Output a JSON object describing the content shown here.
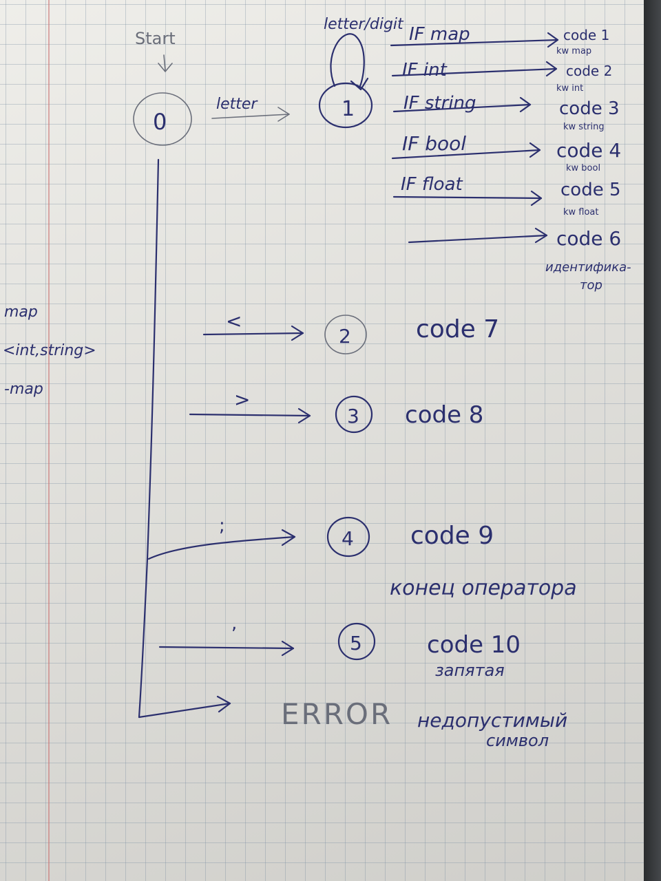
{
  "diagram": {
    "start_label": "Start",
    "states": {
      "s0": "0",
      "s1": "1",
      "s2": "2",
      "s3": "3",
      "s4": "4",
      "s5": "5"
    },
    "loop_label": "letter/digit",
    "letter_label": "letter",
    "keyword_checks": [
      {
        "condition": "IF map",
        "code": "code 1",
        "note": "kw map"
      },
      {
        "condition": "IF int",
        "code": "code 2",
        "note": "kw int"
      },
      {
        "condition": "IF string",
        "code": "code 3",
        "note": "kw string"
      },
      {
        "condition": "IF bool",
        "code": "code 4",
        "note": "kw bool"
      },
      {
        "condition": "IF float",
        "code": "code 5",
        "note": "kw float"
      }
    ],
    "identifier": {
      "code": "code 6",
      "note_line1": "идентифика-",
      "note_line2": "тор"
    },
    "side_note": [
      "map",
      "<int,string>",
      "-map"
    ],
    "transitions": [
      {
        "symbol": "<",
        "code": "code 7"
      },
      {
        "symbol": ">",
        "code": "code 8"
      },
      {
        "symbol": ";",
        "code": "code 9",
        "note": "конец оператора"
      },
      {
        "symbol": ",",
        "code": "code 10",
        "note": "запятая"
      }
    ],
    "error": {
      "label": "ERROR",
      "note_line1": "недопустимый",
      "note_line2": "символ"
    }
  }
}
